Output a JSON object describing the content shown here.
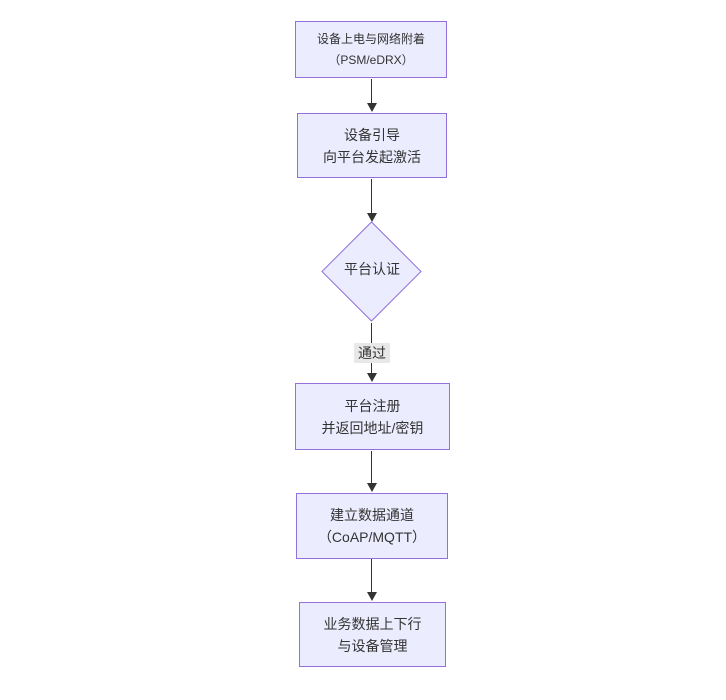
{
  "diagram": {
    "type": "flowchart",
    "direction": "top-down",
    "nodes": [
      {
        "id": "n1",
        "shape": "rect",
        "lines": [
          "设备上电与网络附着",
          "（PSM/eDRX）"
        ]
      },
      {
        "id": "n2",
        "shape": "rect",
        "lines": [
          "设备引导",
          "向平台发起激活"
        ]
      },
      {
        "id": "n3",
        "shape": "diamond",
        "lines": [
          "平台认证"
        ]
      },
      {
        "id": "n4",
        "shape": "rect",
        "lines": [
          "平台注册",
          "并返回地址/密钥"
        ]
      },
      {
        "id": "n5",
        "shape": "rect",
        "lines": [
          "建立数据通道",
          "（CoAP/MQTT）"
        ]
      },
      {
        "id": "n6",
        "shape": "rect",
        "lines": [
          "业务数据上下行",
          "与设备管理"
        ]
      }
    ],
    "edges": [
      {
        "from": "n1",
        "to": "n2",
        "label": ""
      },
      {
        "from": "n2",
        "to": "n3",
        "label": ""
      },
      {
        "from": "n3",
        "to": "n4",
        "label": "通过"
      },
      {
        "from": "n4",
        "to": "n5",
        "label": ""
      },
      {
        "from": "n5",
        "to": "n6",
        "label": ""
      }
    ],
    "colors": {
      "background": "#ffffff",
      "node_fill": "#ECECFF",
      "node_border": "#9370DB",
      "text": "#333333",
      "arrow": "#333333",
      "edge_label_bg": "#e8e8e8"
    }
  }
}
